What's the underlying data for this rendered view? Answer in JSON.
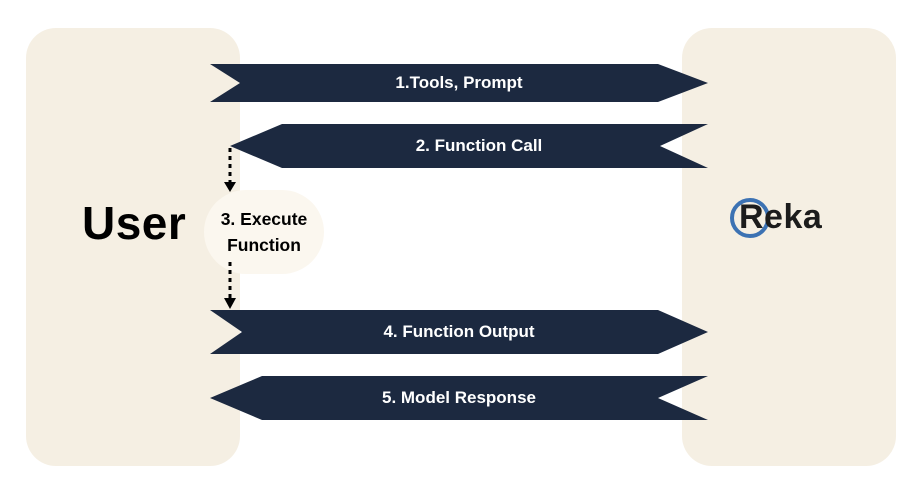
{
  "participants": {
    "user": "User",
    "model_logo": "Reka"
  },
  "steps": {
    "tools_prompt": "1.Tools, Prompt",
    "function_call": "2. Function Call",
    "execute_function_line1": "3. Execute",
    "execute_function_line2": "Function",
    "function_output": "4. Function Output",
    "model_response": "5. Model Response"
  },
  "colors": {
    "arrow_fill": "#1c2940",
    "panel_fill": "#f5efe3",
    "logo_ring": "#3c72b3"
  }
}
